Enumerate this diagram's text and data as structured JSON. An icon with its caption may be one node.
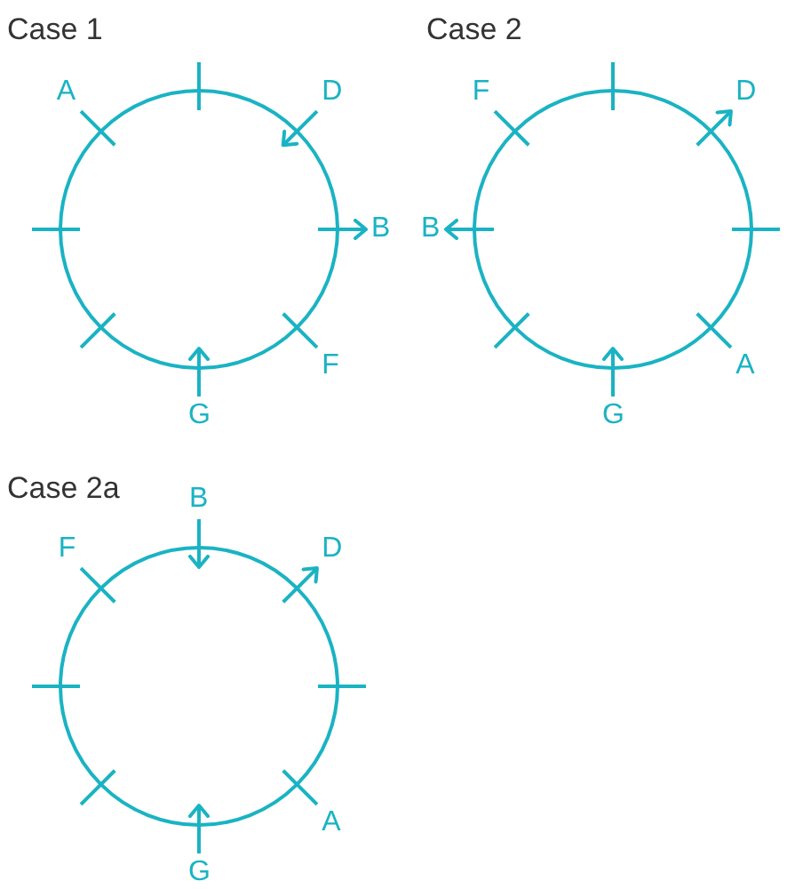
{
  "diagram": {
    "nodes": [
      {
        "text": [
          "Case 1"
        ]
      },
      {
        "text": [
          "D"
        ]
      },
      {
        "text": [
          "B"
        ]
      },
      {
        "text": [
          "G"
        ]
      },
      {
        "text": [
          "Case 2"
        ]
      },
      {
        "text": [
          "D"
        ]
      },
      {
        "text": [
          "B"
        ]
      },
      {
        "text": [
          "G"
        ]
      },
      {
        "text": [
          "Case 2a"
        ]
      },
      {
        "text": [
          "B"
        ]
      },
      {
        "text": [
          "D"
        ]
      },
      {
        "text": [
          "G"
        ]
      }
    ],
    "edges": [
      {
        "from": 1,
        "to": 0,
        "arrow": "to"
      },
      {
        "from": 0,
        "to": 2,
        "arrow": "to"
      },
      {
        "from": 3,
        "to": 0,
        "arrow": "to"
      },
      {
        "from": 4,
        "to": 5,
        "arrow": "to"
      },
      {
        "from": 4,
        "to": 6,
        "arrow": "to"
      },
      {
        "from": 7,
        "to": 4,
        "arrow": "to"
      },
      {
        "from": 9,
        "to": 8,
        "arrow": "to"
      },
      {
        "from": 8,
        "to": 10,
        "arrow": "to"
      },
      {
        "from": 11,
        "to": 8,
        "arrow": "to"
      }
    ],
    "labels": [
      "A",
      "F",
      "F",
      "A",
      "F",
      "A"
    ]
  }
}
